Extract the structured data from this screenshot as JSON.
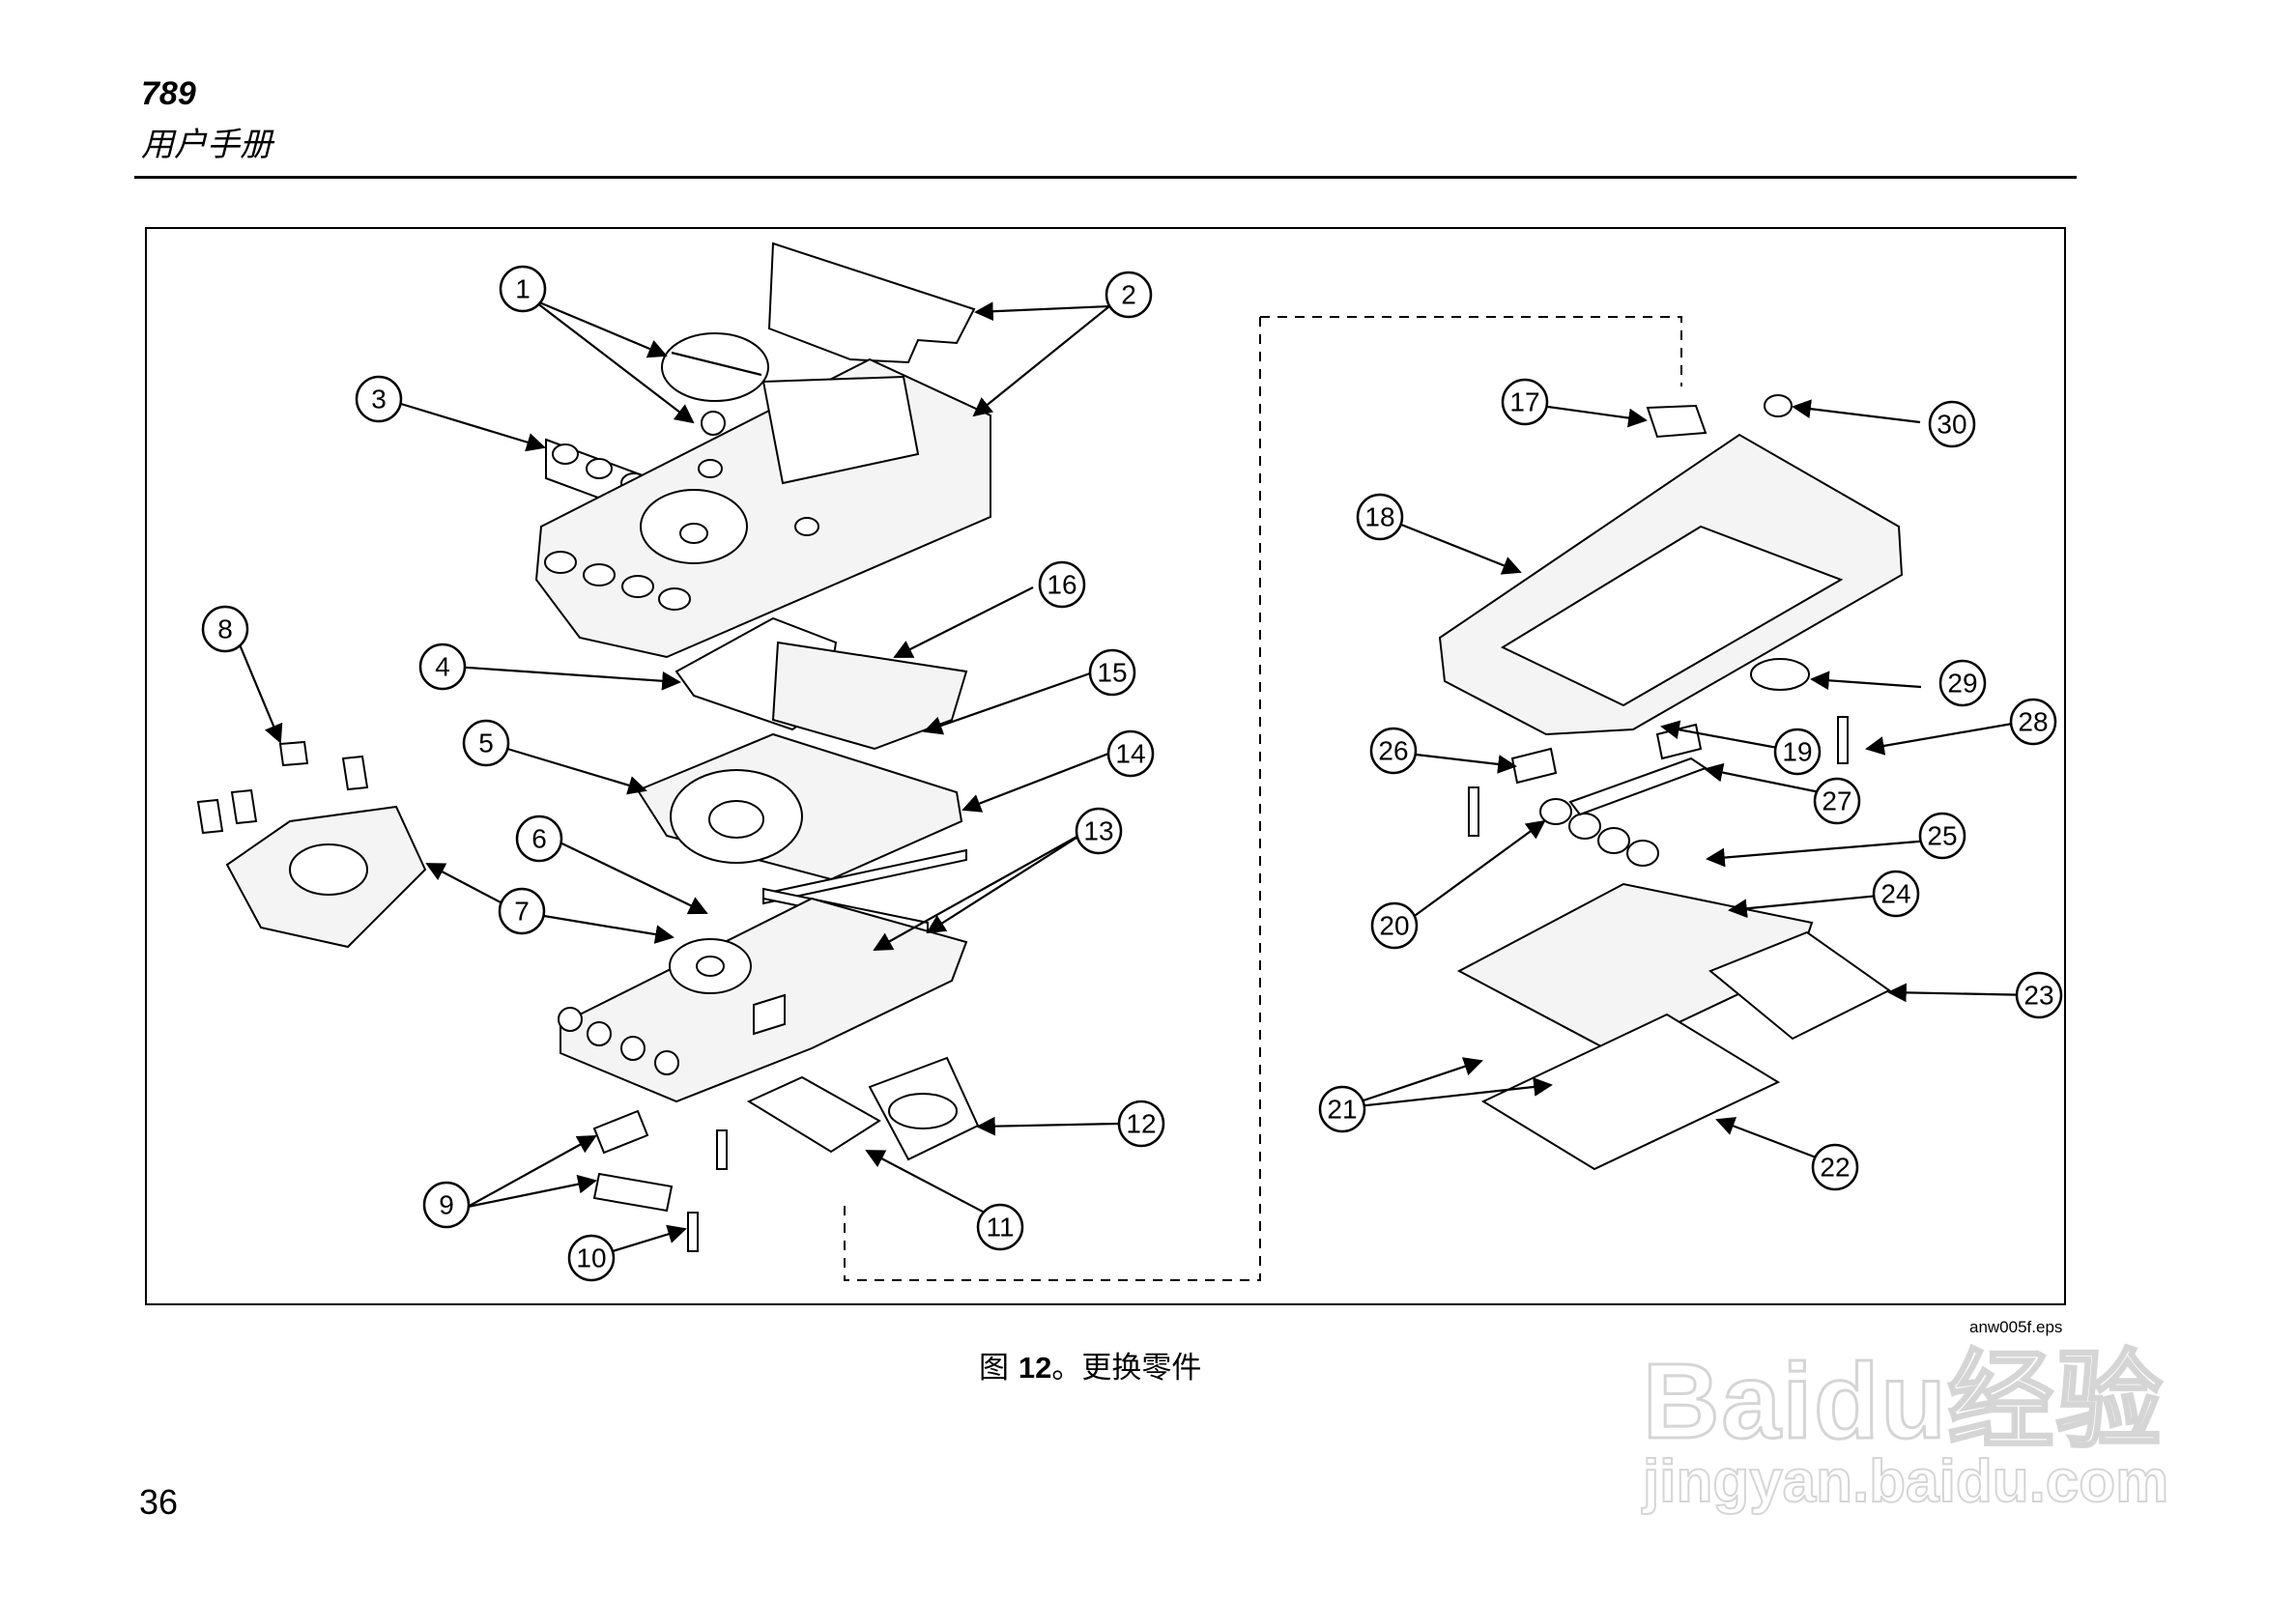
{
  "header": {
    "model": "789",
    "subtitle": "用户手册"
  },
  "figure": {
    "source_file": "anw005f.eps",
    "caption_prefix": "图",
    "caption_number": "12",
    "caption_text": "。更换零件",
    "callouts": [
      "1",
      "2",
      "3",
      "4",
      "5",
      "6",
      "7",
      "8",
      "9",
      "10",
      "11",
      "12",
      "13",
      "14",
      "15",
      "16",
      "17",
      "18",
      "19",
      "20",
      "21",
      "22",
      "23",
      "24",
      "25",
      "26",
      "27",
      "28",
      "29",
      "30"
    ]
  },
  "page_number": "36",
  "watermark": {
    "brand": "Baidu经验",
    "url": "jingyan.baidu.com"
  }
}
